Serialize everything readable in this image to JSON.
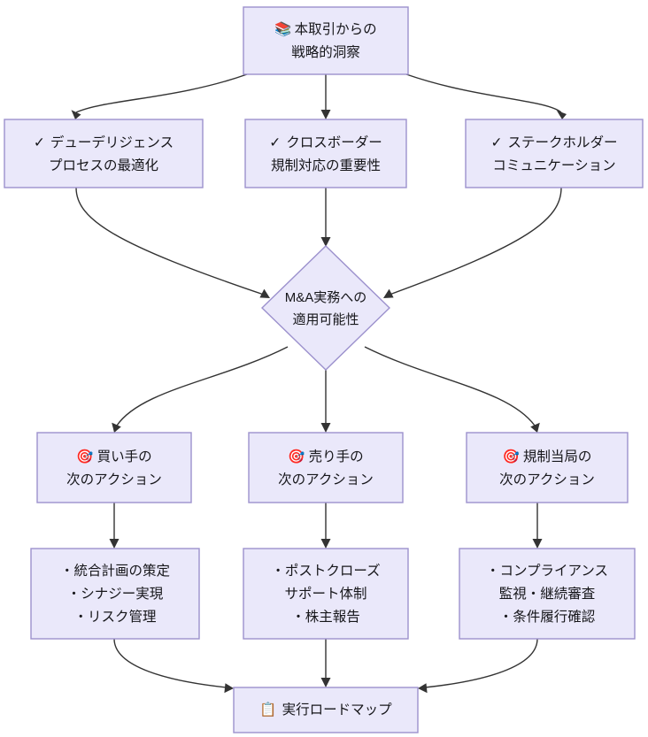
{
  "diagram": {
    "type": "flowchart",
    "direction": "top-down",
    "title_node": "insight-root",
    "colors": {
      "node_fill": "#eae8fa",
      "node_border": "#9c91cd",
      "edge": "#333333",
      "text": "#16161a",
      "background": "#ffffff"
    },
    "nodes": [
      {
        "id": "insight-root",
        "shape": "rect",
        "icon": "books-icon",
        "icon_glyph": "📚",
        "lines": [
          "本取引からの",
          "戦略的洞察"
        ]
      },
      {
        "id": "insight-due-diligence",
        "shape": "rect",
        "icon": "check-mark-icon",
        "icon_glyph": "✓",
        "lines": [
          "デューデリジェンス",
          "プロセスの最適化"
        ]
      },
      {
        "id": "insight-cross-border",
        "shape": "rect",
        "icon": "check-mark-icon",
        "icon_glyph": "✓",
        "lines": [
          "クロスボーダー",
          "規制対応の重要性"
        ]
      },
      {
        "id": "insight-stakeholder",
        "shape": "rect",
        "icon": "check-mark-icon",
        "icon_glyph": "✓",
        "lines": [
          "ステークホルダー",
          "コミュニケーション"
        ]
      },
      {
        "id": "applicability-decision",
        "shape": "diamond",
        "icon": null,
        "icon_glyph": "",
        "lines": [
          "M&A実務への",
          "適用可能性"
        ]
      },
      {
        "id": "buyer-next-action",
        "shape": "rect",
        "icon": "target-icon",
        "icon_glyph": "🎯",
        "lines": [
          "買い手の",
          "次のアクション"
        ]
      },
      {
        "id": "seller-next-action",
        "shape": "rect",
        "icon": "target-icon",
        "icon_glyph": "🎯",
        "lines": [
          "売り手の",
          "次のアクション"
        ]
      },
      {
        "id": "regulator-next-action",
        "shape": "rect",
        "icon": "target-icon",
        "icon_glyph": "🎯",
        "lines": [
          "規制当局の",
          "次のアクション"
        ]
      },
      {
        "id": "buyer-tasks",
        "shape": "rect",
        "icon": null,
        "icon_glyph": "",
        "lines": [
          "・統合計画の策定",
          "・シナジー実現",
          "・リスク管理"
        ]
      },
      {
        "id": "seller-tasks",
        "shape": "rect",
        "icon": null,
        "icon_glyph": "",
        "lines": [
          "・ポストクローズ",
          "サポート体制",
          "・株主報告"
        ]
      },
      {
        "id": "regulator-tasks",
        "shape": "rect",
        "icon": null,
        "icon_glyph": "",
        "lines": [
          "・コンプライアンス",
          "監視・継続審査",
          "・条件履行確認"
        ]
      },
      {
        "id": "execution-roadmap",
        "shape": "rect",
        "icon": "clipboard-icon",
        "icon_glyph": "📋",
        "lines": [
          "実行ロードマップ"
        ]
      }
    ],
    "edges": [
      {
        "from": "insight-root",
        "to": "insight-due-diligence"
      },
      {
        "from": "insight-root",
        "to": "insight-cross-border"
      },
      {
        "from": "insight-root",
        "to": "insight-stakeholder"
      },
      {
        "from": "insight-due-diligence",
        "to": "applicability-decision"
      },
      {
        "from": "insight-cross-border",
        "to": "applicability-decision"
      },
      {
        "from": "insight-stakeholder",
        "to": "applicability-decision"
      },
      {
        "from": "applicability-decision",
        "to": "buyer-next-action"
      },
      {
        "from": "applicability-decision",
        "to": "seller-next-action"
      },
      {
        "from": "applicability-decision",
        "to": "regulator-next-action"
      },
      {
        "from": "buyer-next-action",
        "to": "buyer-tasks"
      },
      {
        "from": "seller-next-action",
        "to": "seller-tasks"
      },
      {
        "from": "regulator-next-action",
        "to": "regulator-tasks"
      },
      {
        "from": "buyer-tasks",
        "to": "execution-roadmap"
      },
      {
        "from": "seller-tasks",
        "to": "execution-roadmap"
      },
      {
        "from": "regulator-tasks",
        "to": "execution-roadmap"
      }
    ]
  }
}
